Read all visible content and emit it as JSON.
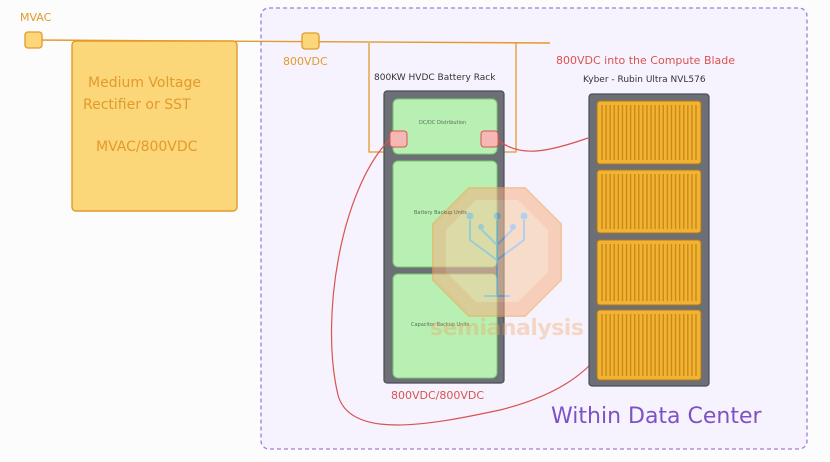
{
  "labels": {
    "mvac": "MVAC",
    "vdc_800": "800VDC",
    "rectifier_line1": "Medium Voltage",
    "rectifier_line2": "Rectifier or SST",
    "rectifier_line3": "MVAC/800VDC",
    "battery_rack_title": "800KW HVDC Battery Rack",
    "compute_blade_title": "800VDC into the Compute Blade",
    "kyber_title": "Kyber - Rubin Ultra NVL576",
    "dcdc_distribution": "DC/DC Distribution",
    "battery_backup": "Battery Backup Units",
    "capacitor_backup": "Capacitor Backup Units",
    "bottom_label": "800VDC/800VDC",
    "within_dc": "Within Data Center",
    "watermark": "semianalysis"
  },
  "colors": {
    "orange": "#e39a2b",
    "rectifier_fill": "#fbd77a",
    "rack_frame": "#6c6f76",
    "module_green": "#b7f0b2",
    "connector_pink": "#f6b8b4",
    "red_line": "#d9534f",
    "purple": "#7d52c7",
    "gpu_gold": "#f2b233"
  },
  "icons": {
    "watermark": "tree-circuit-logo"
  }
}
